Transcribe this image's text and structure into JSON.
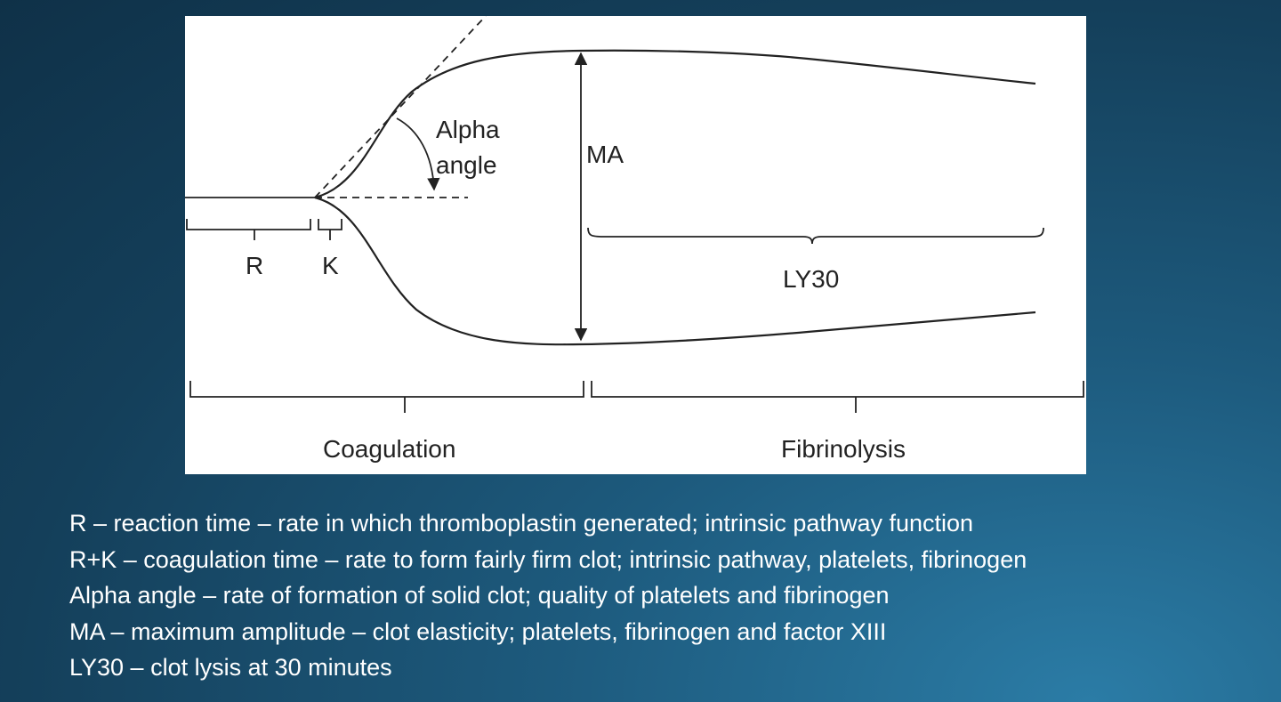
{
  "figure": {
    "labels": {
      "alpha_line1": "Alpha",
      "alpha_line2": "angle",
      "ma": "MA",
      "r": "R",
      "k": "K",
      "ly30": "LY30",
      "coagulation": "Coagulation",
      "fibrinolysis": "Fibrinolysis"
    }
  },
  "definitions": [
    "R – reaction time – rate in which thromboplastin generated; intrinsic pathway function",
    "R+K – coagulation time – rate to form fairly firm clot; intrinsic pathway, platelets, fibrinogen",
    "Alpha angle – rate of formation of solid clot; quality of platelets and fibrinogen",
    "MA – maximum amplitude – clot elasticity; platelets, fibrinogen and factor XIII",
    "LY30 – clot lysis at 30 minutes"
  ],
  "colors": {
    "background": "#164a68",
    "panel": "#ffffff",
    "ink": "#222222",
    "text": "#ffffff"
  }
}
